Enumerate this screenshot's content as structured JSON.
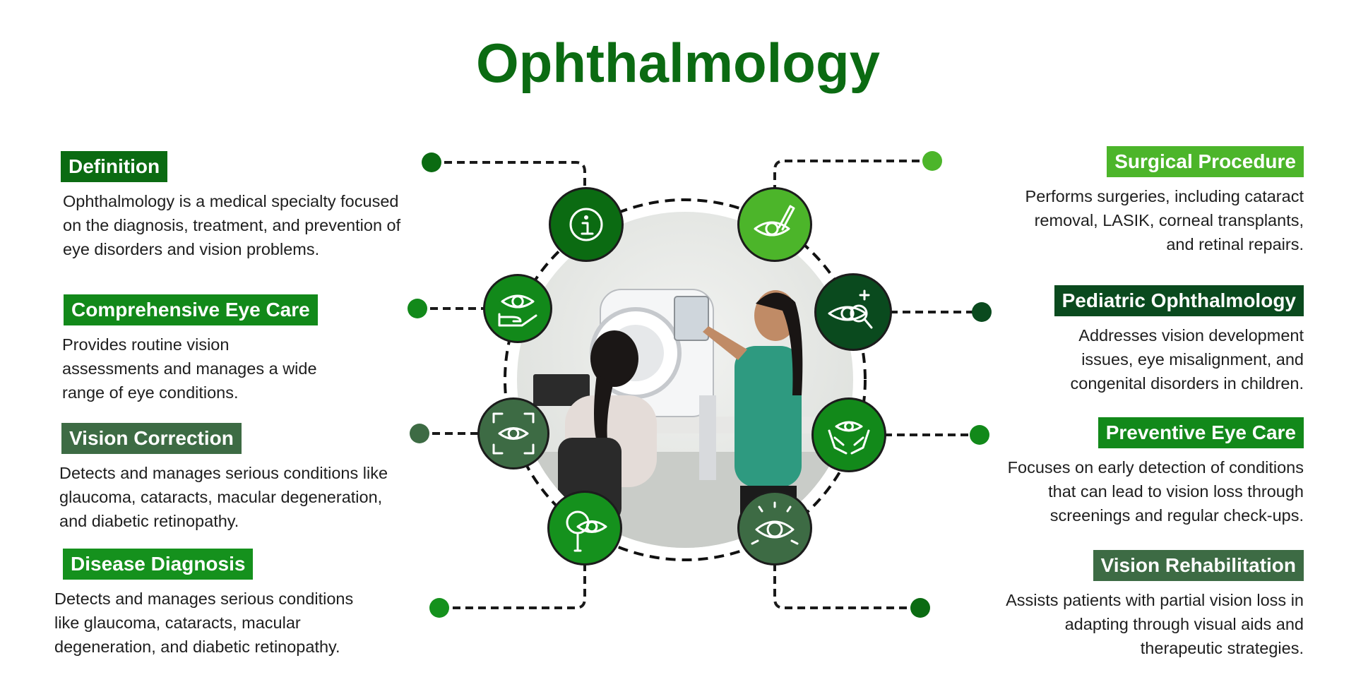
{
  "title": "Ophthalmology",
  "colors": {
    "title": "#0b6b12",
    "connector": "#1a1a1a",
    "ring": "#111111"
  },
  "left_items": [
    {
      "label": "Definition",
      "label_color": "#0b6b12",
      "dot_color": "#0b6b12",
      "icon": "info-icon",
      "lines": [
        "Ophthalmology is a medical specialty focused",
        "on the diagnosis, treatment, and prevention of",
        "eye disorders and vision problems."
      ]
    },
    {
      "label": "Comprehensive Eye Care",
      "label_color": "#12891a",
      "dot_color": "#12891a",
      "icon": "eye-in-hand-icon",
      "lines": [
        "Provides routine vision",
        "assessments and manages a wide",
        "range of eye conditions."
      ]
    },
    {
      "label": "Vision Correction",
      "label_color": "#3d6b44",
      "dot_color": "#3d6b44",
      "icon": "eye-scan-icon",
      "lines": [
        "Detects and manages serious conditions like",
        "glaucoma, cataracts, macular degeneration,",
        "and diabetic retinopathy."
      ]
    },
    {
      "label": "Disease Diagnosis",
      "label_color": "#15911d",
      "dot_color": "#15911d",
      "icon": "magnifier-eye-icon",
      "lines": [
        "Detects and manages serious conditions",
        "like glaucoma, cataracts, macular",
        "degeneration, and diabetic retinopathy."
      ]
    }
  ],
  "right_items": [
    {
      "label": "Surgical Procedure",
      "label_color": "#4cb52a",
      "dot_color": "#4cb52a",
      "icon": "eye-surgery-icon",
      "lines": [
        "Performs surgeries, including cataract",
        "removal, LASIK, corneal transplants,",
        "and retinal repairs."
      ]
    },
    {
      "label": "Pediatric Ophthalmology",
      "label_color": "#0a4a1e",
      "dot_color": "#0a4a1e",
      "icon": "eye-plus-search-icon",
      "lines": [
        "Addresses vision development",
        "issues, eye misalignment, and",
        "congenital disorders in children."
      ]
    },
    {
      "label": "Preventive Eye Care",
      "label_color": "#12891a",
      "dot_color": "#12891a",
      "icon": "eye-shield-hands-icon",
      "lines": [
        "Focuses on early detection of conditions",
        "that can lead to vision loss through",
        "screenings and regular check-ups."
      ]
    },
    {
      "label": "Vision Rehabilitation",
      "label_color": "#3d6b44",
      "dot_color": "#0b6b12",
      "icon": "eye-bulb-icon",
      "lines": [
        "Assists patients with partial vision loss in",
        "adapting through visual aids and",
        "therapeutic strategies."
      ]
    }
  ]
}
